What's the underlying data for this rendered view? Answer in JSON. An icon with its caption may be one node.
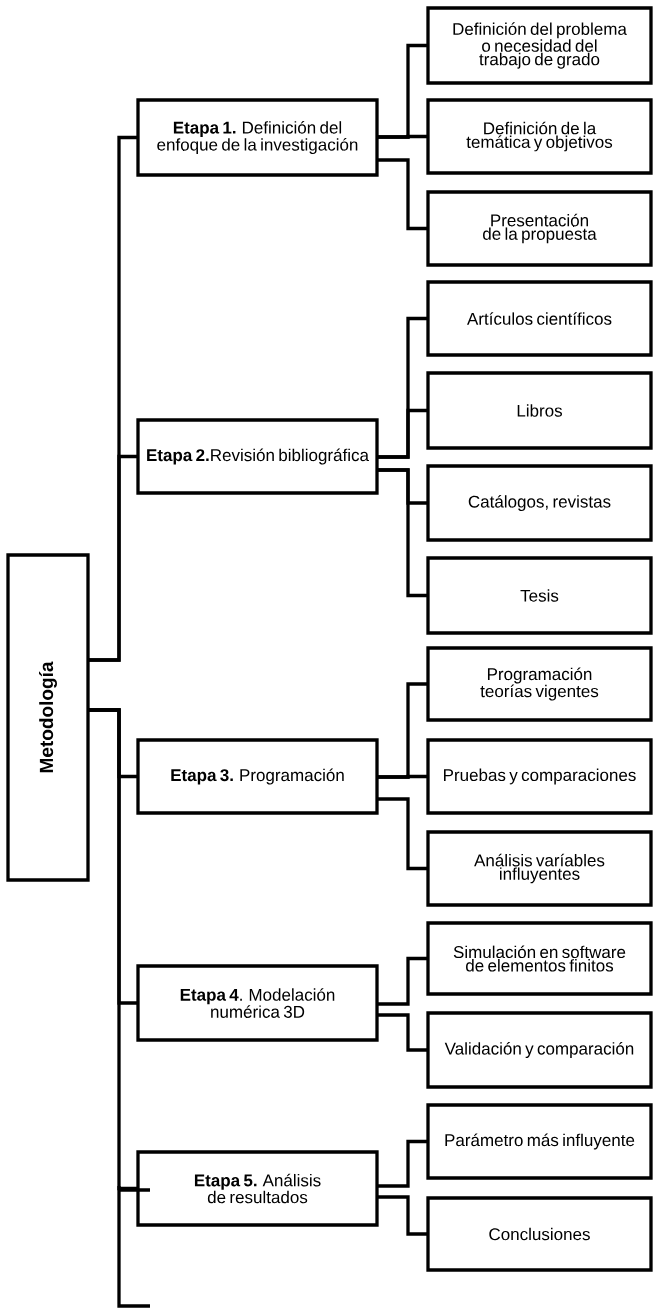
{
  "diagram": {
    "nodes": [
      {
        "text": [
          "Metodología"
        ]
      },
      {
        "text": [
          "**Etapa 1.** Definición del enfoque de la investigación"
        ]
      },
      {
        "text": [
          "Definición del problema o necesidad del trabajo de grado"
        ]
      },
      {
        "text": [
          "Definición de la temática y objetivos"
        ]
      },
      {
        "text": [
          "Presentación de la propuesta"
        ]
      },
      {
        "text": [
          "**Etapa 2.**Revisión bibliográfica"
        ]
      },
      {
        "text": [
          "Artículos científicos"
        ]
      },
      {
        "text": [
          "Libros"
        ]
      },
      {
        "text": [
          "Catálogos, revistas"
        ]
      },
      {
        "text": [
          "Tesis"
        ]
      },
      {
        "text": [
          "**Etapa 3.** Programación"
        ]
      },
      {
        "text": [
          "Programación teorías vigentes"
        ]
      },
      {
        "text": [
          "Pruebas y comparaciones"
        ]
      },
      {
        "text": [
          "Análisis varíables influyentes"
        ]
      },
      {
        "text": [
          "**Etapa 4**. Modelación numérica 3D"
        ]
      },
      {
        "text": [
          "Simulación en software de elementos finitos"
        ]
      },
      {
        "text": [
          "Validación y comparación"
        ]
      },
      {
        "text": [
          "**Etapa 5.** Análisis de resultados"
        ]
      },
      {
        "text": [
          "Parámetro más influyente"
        ]
      },
      {
        "text": [
          "Conclusiones"
        ]
      }
    ],
    "edges": [
      {
        "from": 0,
        "to": 1,
        "arrow": "none"
      },
      {
        "from": 1,
        "to": 2,
        "arrow": "none"
      },
      {
        "from": 1,
        "to": 3,
        "arrow": "none"
      },
      {
        "from": 1,
        "to": 4,
        "arrow": "none"
      },
      {
        "from": 0,
        "to": 5,
        "arrow": "none"
      },
      {
        "from": 5,
        "to": 6,
        "arrow": "none"
      },
      {
        "from": 5,
        "to": 7,
        "arrow": "none"
      },
      {
        "from": 5,
        "to": 8,
        "arrow": "none"
      },
      {
        "from": 5,
        "to": 9,
        "arrow": "none"
      },
      {
        "from": 0,
        "to": 10,
        "arrow": "none"
      },
      {
        "from": 10,
        "to": 11,
        "arrow": "none"
      },
      {
        "from": 10,
        "to": 12,
        "arrow": "none"
      },
      {
        "from": 10,
        "to": 13,
        "arrow": "none"
      },
      {
        "from": 0,
        "to": 14,
        "arrow": "none"
      },
      {
        "from": 14,
        "to": 15,
        "arrow": "none"
      },
      {
        "from": 14,
        "to": 16,
        "arrow": "none"
      },
      {
        "from": 0,
        "to": 17,
        "arrow": "none"
      },
      {
        "from": 17,
        "to": 18,
        "arrow": "none"
      },
      {
        "from": 17,
        "to": 19,
        "arrow": "none"
      }
    ]
  }
}
